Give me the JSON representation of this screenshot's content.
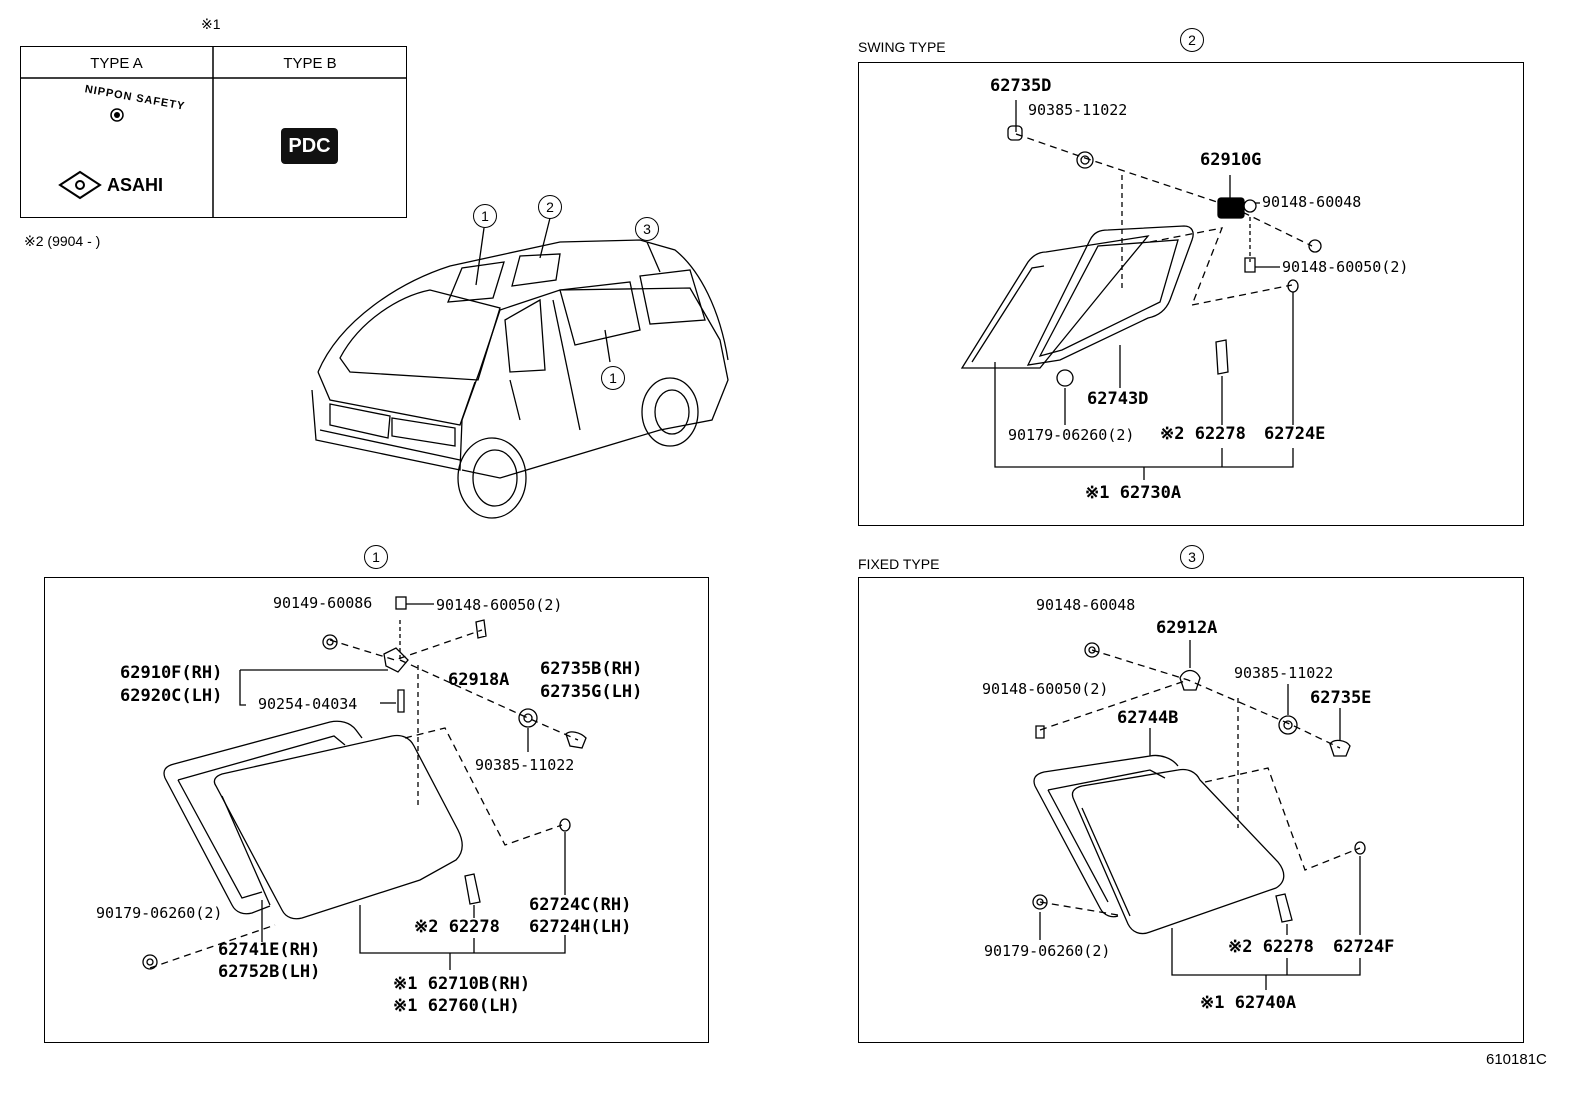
{
  "legend": {
    "mark": "※1",
    "type_a": "TYPE A",
    "type_b": "TYPE B",
    "nippon_safety_logo": "NIPPON SAFETY",
    "asahi_logo": "ASAHI",
    "pdc_logo": "PDC",
    "note2": "※2 (9904 -        )"
  },
  "van": {
    "callouts": [
      "1",
      "2",
      "3",
      "1"
    ]
  },
  "swing": {
    "title": "SWING TYPE",
    "number": "2",
    "labels": {
      "p62735D": "62735D",
      "p90385": "90385-11022",
      "p62910G": "62910G",
      "p90148_48": "90148-60048",
      "p90148_50": "90148-60050(2)",
      "p62743D": "62743D",
      "p90179": "90179-06260(2)",
      "p62278": "※2 62278",
      "p62724E": "62724E",
      "p62730A": "※1 62730A"
    }
  },
  "slide": {
    "number": "1",
    "labels": {
      "p90149": "90149-60086",
      "p90148_50": "90148-60050(2)",
      "p62910F": "62910F(RH)",
      "p62920C": "62920C(LH)",
      "p90254": "90254-04034",
      "p62918A": "62918A",
      "p62735B": "62735B(RH)",
      "p62735G": "62735G(LH)",
      "p90385": "90385-11022",
      "p90179": "90179-06260(2)",
      "p62741E": "62741E(RH)",
      "p62752B": "62752B(LH)",
      "p62278": "※2 62278",
      "p62724C": "62724C(RH)",
      "p62724H": "62724H(LH)",
      "p62710B": "※1 62710B(RH)",
      "p62760": "※1 62760(LH)"
    }
  },
  "fixed": {
    "title": "FIXED TYPE",
    "number": "3",
    "labels": {
      "p90148_48": "90148-60048",
      "p62912A": "62912A",
      "p90148_50": "90148-60050(2)",
      "p90385": "90385-11022",
      "p62735E": "62735E",
      "p62744B": "62744B",
      "p90179": "90179-06260(2)",
      "p62278": "※2 62278",
      "p62724F": "62724F",
      "p62740A": "※1 62740A"
    }
  },
  "figure_code": "610181C"
}
